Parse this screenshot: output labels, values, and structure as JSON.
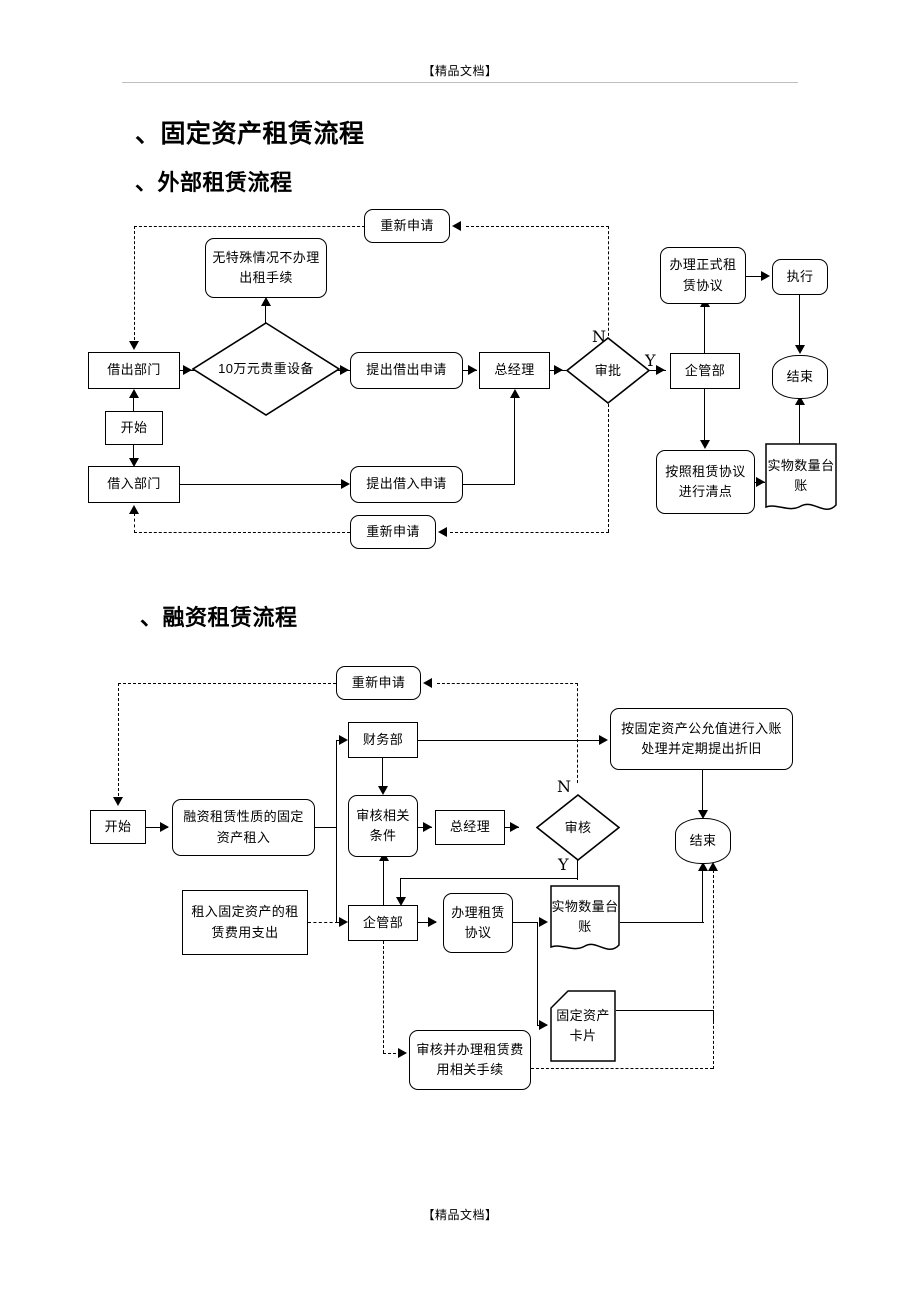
{
  "document": {
    "header_mark": "【精品文档】",
    "footer_mark": "【精品文档】"
  },
  "headings": {
    "main": "、固定资产租赁流程",
    "section1": "、外部租赁流程",
    "section2": "、融资租赁流程"
  },
  "flowchart1": {
    "title": "外部租赁流程",
    "nodes": {
      "reapply_top": "重新申请",
      "no_special": "无特殊情况不办理出租手续",
      "lend_dept": "借出部门",
      "start": "开始",
      "borrow_dept": "借入部门",
      "decision_equipment": "10万元贵重设备",
      "submit_lend_app": "提出借出申请",
      "submit_borrow_app": "提出借入申请",
      "general_manager": "总经理",
      "decision_approve": "审批",
      "reapply_bottom": "重新申请",
      "enterprise_dept": "企管部",
      "formal_agreement": "办理正式租赁协议",
      "execute": "执行",
      "end": "结束",
      "inventory_check": "按照租赁协议进行清点",
      "physical_ledger": "实物数量台账"
    },
    "branch_labels": {
      "no": "N",
      "yes": "Y"
    }
  },
  "flowchart2": {
    "title": "融资租赁流程",
    "nodes": {
      "reapply": "重新申请",
      "start": "开始",
      "finance_lease_asset": "融资租赁性质的固定资产租入",
      "lease_expense": "租入固定资产的租赁费用支出",
      "finance_dept": "财务部",
      "review_conditions": "审核相关条件",
      "enterprise_dept": "企管部",
      "general_manager": "总经理",
      "decision_review": "审核",
      "fair_value_entry": "按固定资产公允值进行入账处理并定期提出折旧",
      "lease_agreement": "办理租赁协议",
      "physical_ledger": "实物数量台账",
      "asset_card": "固定资产卡片",
      "review_fee_process": "审核并办理租赁费用相关手续",
      "end": "结束"
    },
    "branch_labels": {
      "no": "N",
      "yes": "Y"
    }
  },
  "colors": {
    "line": "#000000",
    "rule": "#bfbfbf",
    "background": "#ffffff"
  }
}
